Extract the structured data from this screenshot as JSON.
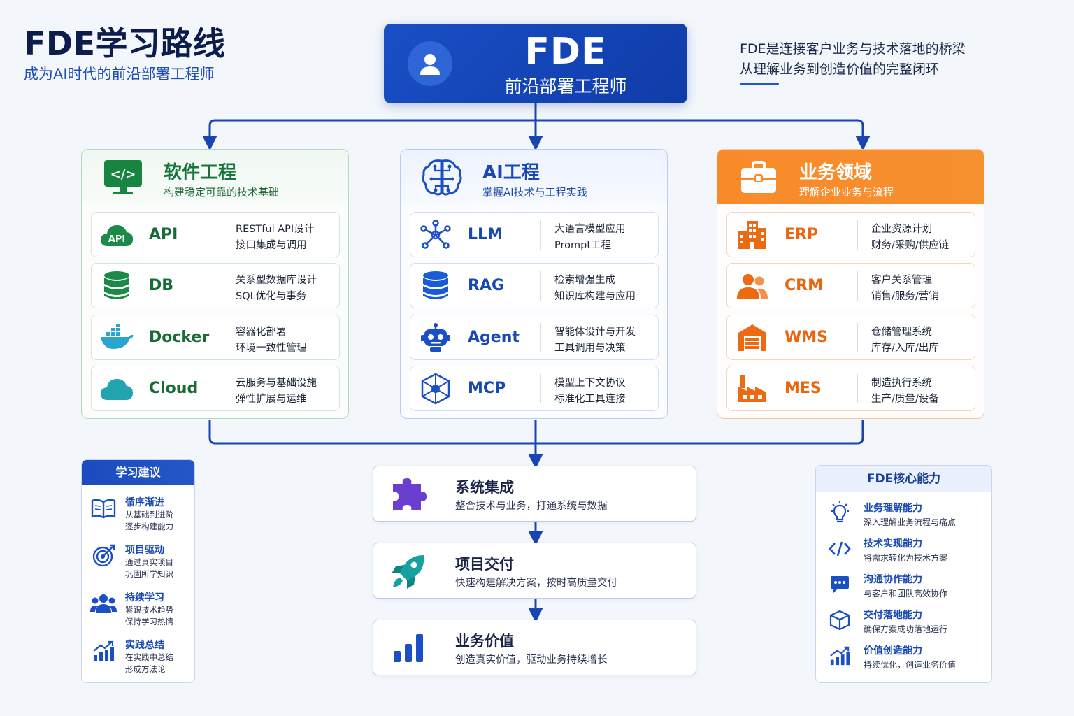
{
  "header": {
    "title": "FDE学习路线",
    "subtitle": "成为AI时代的前沿部署工程师"
  },
  "hero": {
    "name": "FDE",
    "role": "前沿部署工程师"
  },
  "tagline": {
    "line1": "FDE是连接客户业务与技术落地的桥梁",
    "line2": "从理解业务到创造价值的完整闭环"
  },
  "colors": {
    "navy": "#0c1d4d",
    "primary_blue": "#1a4fc6",
    "software_green": "#17743a",
    "business_orange": "#f88a2a",
    "integration_purple": "#6a3fcf"
  },
  "columns": [
    {
      "title": "软件工程",
      "desc": "构建稳定可靠的技术基础",
      "icon": "code-monitor-icon",
      "items": [
        {
          "name": "API",
          "d1": "RESTful API设计",
          "d2": "接口集成与调用",
          "icon": "api-cloud-icon"
        },
        {
          "name": "DB",
          "d1": "关系型数据库设计",
          "d2": "SQL优化与事务",
          "icon": "database-icon"
        },
        {
          "name": "Docker",
          "d1": "容器化部署",
          "d2": "环境一致性管理",
          "icon": "docker-whale-icon"
        },
        {
          "name": "Cloud",
          "d1": "云服务与基础设施",
          "d2": "弹性扩展与运维",
          "icon": "cloud-icon"
        }
      ]
    },
    {
      "title": "AI工程",
      "desc": "掌握AI技术与工程实践",
      "icon": "brain-circuit-icon",
      "items": [
        {
          "name": "LLM",
          "d1": "大语言模型应用",
          "d2": "Prompt工程",
          "icon": "network-node-icon"
        },
        {
          "name": "RAG",
          "d1": "检索增强生成",
          "d2": "知识库构建与应用",
          "icon": "database-icon"
        },
        {
          "name": "Agent",
          "d1": "智能体设计与开发",
          "d2": "工具调用与决策",
          "icon": "robot-icon"
        },
        {
          "name": "MCP",
          "d1": "模型上下文协议",
          "d2": "标准化工具连接",
          "icon": "hexagon-hub-icon"
        }
      ]
    },
    {
      "title": "业务领域",
      "desc": "理解企业业务与流程",
      "icon": "briefcase-icon",
      "items": [
        {
          "name": "ERP",
          "d1": "企业资源计划",
          "d2": "财务/采购/供应链",
          "icon": "buildings-icon"
        },
        {
          "name": "CRM",
          "d1": "客户关系管理",
          "d2": "销售/服务/营销",
          "icon": "users-icon"
        },
        {
          "name": "WMS",
          "d1": "仓储管理系统",
          "d2": "库存/入库/出库",
          "icon": "warehouse-icon"
        },
        {
          "name": "MES",
          "d1": "制造执行系统",
          "d2": "生产/质量/设备",
          "icon": "factory-icon"
        }
      ]
    }
  ],
  "flow": [
    {
      "title": "系统集成",
      "desc": "整合技术与业务，打通系统与数据",
      "icon": "puzzle-icon"
    },
    {
      "title": "项目交付",
      "desc": "快速构建解决方案，按时高质量交付",
      "icon": "rocket-icon"
    },
    {
      "title": "业务价值",
      "desc": "创造真实价值，驱动业务持续增长",
      "icon": "bar-chart-icon"
    }
  ],
  "tips": {
    "title": "学习建议",
    "items": [
      {
        "title": "循序渐进",
        "l1": "从基础到进阶",
        "l2": "逐步构建能力",
        "icon": "open-book-icon"
      },
      {
        "title": "项目驱动",
        "l1": "通过真实项目",
        "l2": "巩固所学知识",
        "icon": "target-icon"
      },
      {
        "title": "持续学习",
        "l1": "紧跟技术趋势",
        "l2": "保持学习热情",
        "icon": "group-icon"
      },
      {
        "title": "实践总结",
        "l1": "在实践中总结",
        "l2": "形成方法论",
        "icon": "growth-chart-icon"
      }
    ]
  },
  "core": {
    "title": "FDE核心能力",
    "items": [
      {
        "title": "业务理解能力",
        "desc": "深入理解业务流程与痛点",
        "icon": "lightbulb-icon"
      },
      {
        "title": "技术实现能力",
        "desc": "将需求转化为技术方案",
        "icon": "code-brackets-icon"
      },
      {
        "title": "沟通协作能力",
        "desc": "与客户和团队高效协作",
        "icon": "chat-bubble-icon"
      },
      {
        "title": "交付落地能力",
        "desc": "确保方案成功落地运行",
        "icon": "box-icon"
      },
      {
        "title": "价值创造能力",
        "desc": "持续优化，创造业务价值",
        "icon": "growth-chart-icon"
      }
    ]
  }
}
